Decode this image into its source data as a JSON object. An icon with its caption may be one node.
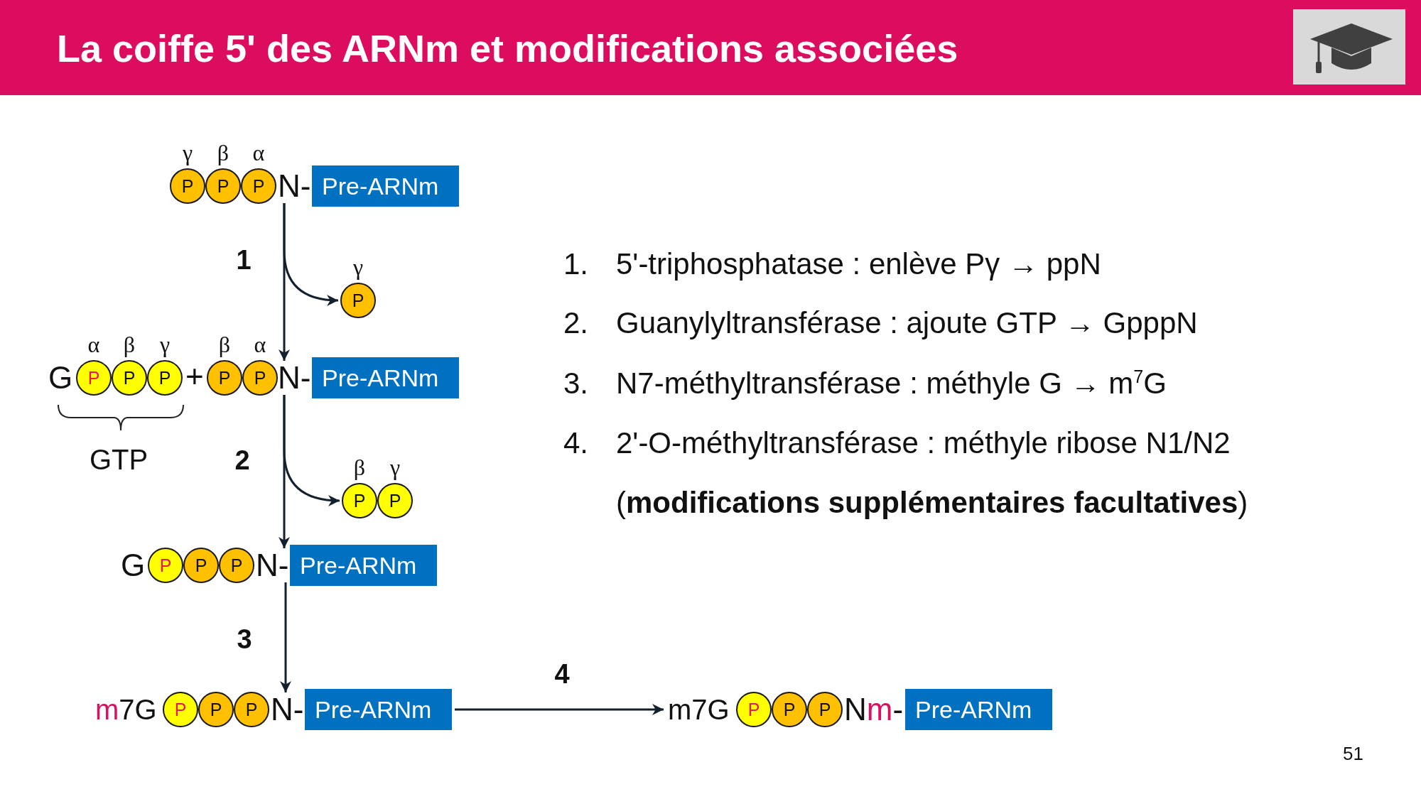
{
  "diagram": {
    "title": "La coiffe 5' des ARNm et modifications associées",
    "nodes": [
      {
        "text": [
          "P"
        ],
        "beside": [
          "γ"
        ]
      },
      {
        "text": [
          "P"
        ],
        "beside": [
          "β"
        ]
      },
      {
        "text": [
          "P"
        ],
        "beside": [
          "α"
        ]
      },
      {
        "text": [
          "N-"
        ]
      },
      {
        "text": [
          "Pre-ARNm"
        ]
      },
      {
        "text": [
          "P"
        ],
        "beside": [
          "γ"
        ]
      },
      {
        "text": [
          "P"
        ],
        "beside": [
          "α"
        ]
      },
      {
        "text": [
          "P"
        ],
        "beside": [
          "β"
        ]
      },
      {
        "text": [
          "P"
        ],
        "beside": [
          "γ"
        ]
      },
      {
        "text": [
          "P"
        ],
        "beside": [
          "β"
        ]
      },
      {
        "text": [
          "P"
        ],
        "beside": [
          "α"
        ]
      },
      {
        "text": [
          "N-"
        ]
      },
      {
        "text": [
          "Pre-ARNm"
        ]
      },
      {
        "text": [
          "P"
        ],
        "beside": [
          "β"
        ]
      },
      {
        "text": [
          "P"
        ],
        "beside": [
          "γ"
        ]
      },
      {
        "text": [
          "P"
        ]
      },
      {
        "text": [
          "P"
        ]
      },
      {
        "text": [
          "P"
        ]
      },
      {
        "text": [
          "N-"
        ]
      },
      {
        "text": [
          "Pre-ARNm"
        ]
      },
      {
        "text": [
          "P"
        ]
      },
      {
        "text": [
          "P"
        ]
      },
      {
        "text": [
          "P"
        ]
      },
      {
        "text": [
          "N-"
        ]
      },
      {
        "text": [
          "Pre-ARNm"
        ]
      },
      {
        "text": [
          "m7G"
        ]
      },
      {
        "text": [
          "P"
        ]
      },
      {
        "text": [
          "P"
        ]
      },
      {
        "text": [
          "P"
        ]
      },
      {
        "text": [
          "Nm-"
        ]
      },
      {
        "text": [
          "Pre-ARNm"
        ]
      }
    ],
    "edges": [
      {
        "from": 3,
        "to": 11,
        "arrow": "to",
        "label": "1"
      },
      {
        "from": 3,
        "to": 5,
        "arrow": "to"
      },
      {
        "from": 11,
        "to": 18,
        "arrow": "to",
        "label": "2"
      },
      {
        "from": 11,
        "to": 13,
        "arrow": "to"
      },
      {
        "from": 18,
        "to": 23,
        "arrow": "to",
        "label": "3"
      },
      {
        "from": 24,
        "to": 25,
        "arrow": "to",
        "label": "4"
      }
    ],
    "labels": [
      "G",
      "+",
      "GTP",
      "G",
      "m7G",
      "1.",
      "5'-triphosphatase : enlève Pγ → ppN",
      "2.",
      "Guanylyltransférase : ajoute GTP → GpppN",
      "3.",
      "N7-méthyltransférase : méthyle G → m$^{7}$G",
      "4.",
      "2'-O-méthyltransférase : méthyle ribose N1/N2",
      "(**modifications supplémentaires facultatives**)",
      "51"
    ]
  }
}
